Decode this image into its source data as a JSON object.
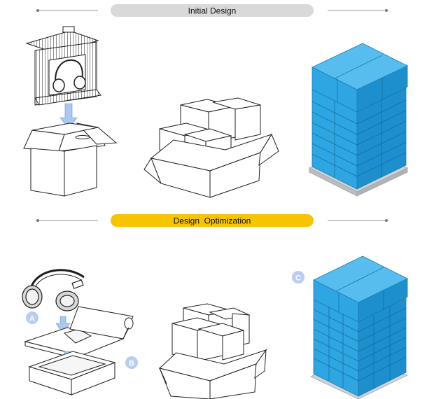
{
  "sections": [
    {
      "title": "Initial Design",
      "pill_color": "#d9d9d9"
    },
    {
      "title": "Design  Optimization",
      "pill_color": "#f7c400"
    }
  ],
  "markers": {
    "a": "A",
    "b": "B",
    "c": "C"
  },
  "colors": {
    "pallet_blue": "#2ea6e2",
    "pallet_blue_dark": "#1a7fb5",
    "pallet_blue_light": "#4fb9ec",
    "pallet_base": "#cfd3d6",
    "arrow_fill": "#aac8f0",
    "marker_fill": "#b9cdf2",
    "line": "#1e1e1e",
    "rule": "#9a9a9a"
  }
}
